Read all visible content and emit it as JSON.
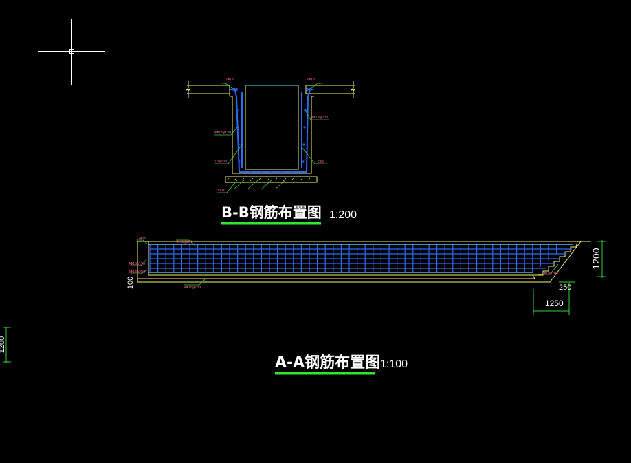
{
  "colors": {
    "background": "#000000",
    "outline": "#f2ef6a",
    "rebar": "#2f6bff",
    "rebar_dot": "#1a5cff",
    "leader": "#35d13a",
    "underline": "#2ee82e",
    "label_text": "#ff5a8a",
    "dim_line": "#35d13a",
    "crosshair": "#ffffff",
    "inner_wall": "#57d6ff"
  },
  "sections": {
    "bb": {
      "title": "B-B钢筋布置图",
      "scale": "1:200",
      "labels": {
        "top_left": "2Φ18",
        "top_right": "2Φ18",
        "wall_left": "4Φ18@150",
        "wall_right": "4Φ18@200",
        "stirrup": "18@200",
        "concrete": "C30",
        "base": "5×10"
      }
    },
    "aa": {
      "title": "A-A钢筋布置图",
      "scale": "1:100",
      "labels": {
        "top_left": "2Φ18",
        "top_mid": "4Φ18@200",
        "side_1": "4Φ18@150",
        "side_2": "4Φ18@200",
        "bottom": "4Φ18@200",
        "right_step": "4Φ18@200"
      },
      "dims": {
        "height": "1200",
        "slab": "100",
        "step": "250",
        "length": "1250"
      }
    },
    "offscreen_dim": "1200"
  }
}
